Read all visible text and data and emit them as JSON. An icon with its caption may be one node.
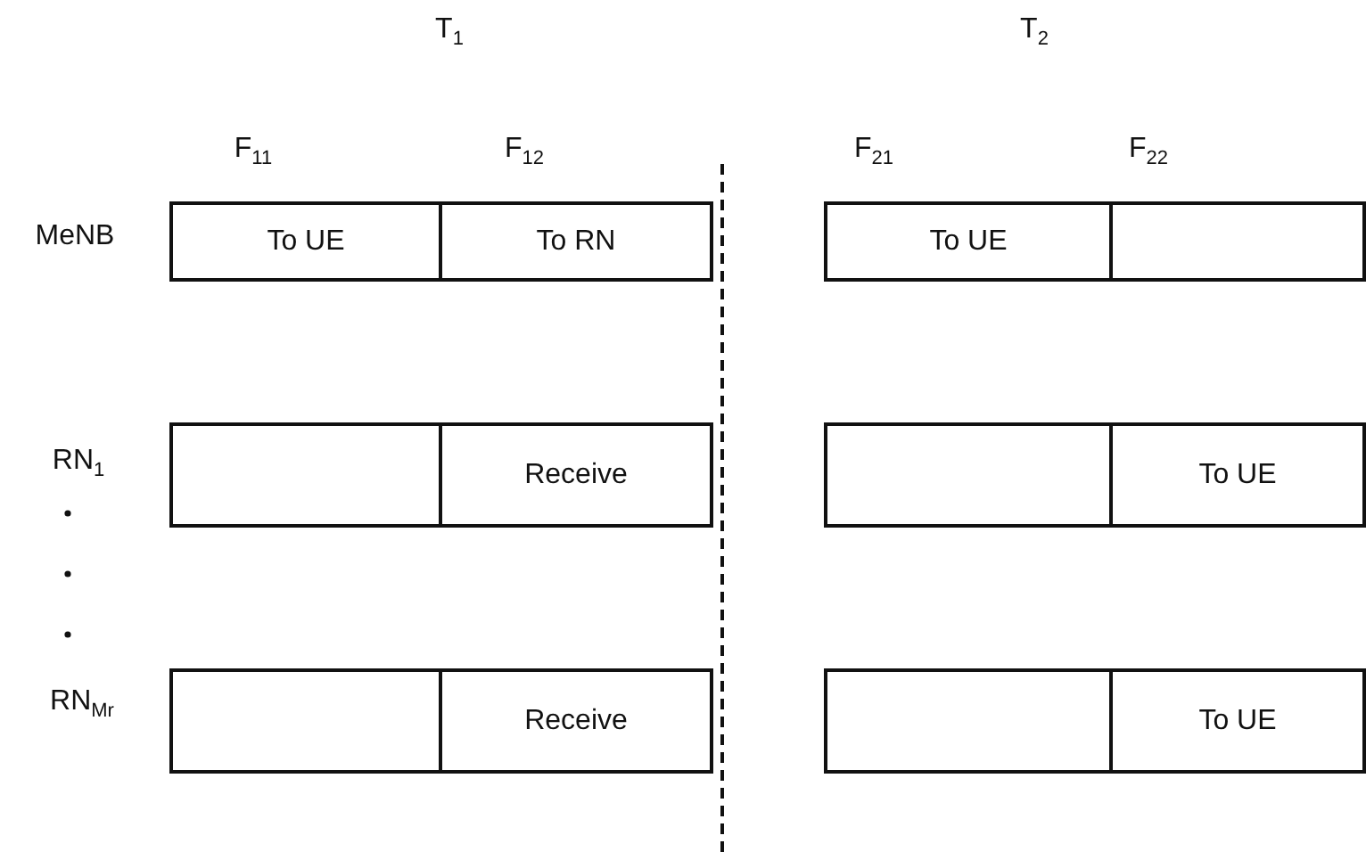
{
  "diagram": {
    "nodes": [
      {
        "text": [
          "To UE"
        ]
      },
      {
        "text": [
          "To RN"
        ]
      },
      {
        "text": [
          "To UE"
        ]
      },
      {
        "text": [],
        "shape": "box"
      },
      {
        "text": [],
        "shape": "box"
      },
      {
        "text": [
          "Receive"
        ]
      },
      {
        "text": [],
        "shape": "box"
      },
      {
        "text": [
          "To UE"
        ]
      },
      {
        "text": [],
        "shape": "box"
      },
      {
        "text": [
          "Receive"
        ]
      },
      {
        "text": [],
        "shape": "box"
      },
      {
        "text": [
          "To UE"
        ]
      }
    ],
    "labels": [
      "T$_{1}$",
      "T$_{2}$",
      "F$_{11}$",
      "F$_{12}$",
      "F$_{21}$",
      "F$_{22}$",
      "MeNB",
      "RN$_{1}$",
      "RN$_{Mr}$"
    ]
  }
}
